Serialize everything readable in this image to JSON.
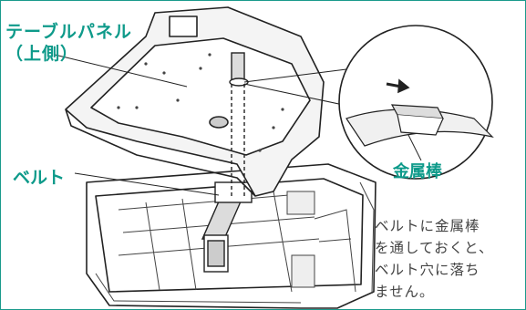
{
  "labels": {
    "table_panel_line1": "テーブルパネル",
    "table_panel_line2": "（上側）",
    "belt": "ベルト",
    "metal_rod": "金属棒"
  },
  "note": {
    "line1": "ベルトに金属棒",
    "line2": "を通しておくと、",
    "line3": "ベルト穴に落ち",
    "line4": "ません。"
  },
  "colors": {
    "accent": "#0e9a8a",
    "frame": "#1a9a8c",
    "note_text": "#444444",
    "line": "#222222"
  }
}
